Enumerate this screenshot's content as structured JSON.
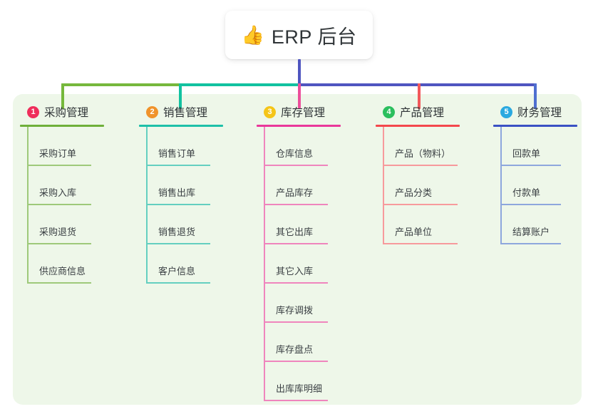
{
  "title": {
    "emoji": "👍",
    "emoji_name": "thumbs-up-icon",
    "text": "ERP 后台"
  },
  "palette": {
    "panel_bg": "#eef7e9",
    "page_bg": "#ffffff",
    "stem": "#4f55c0"
  },
  "connector": {
    "segments": [
      {
        "name": "green-segment",
        "color": "#76b83c"
      },
      {
        "name": "teal-segment",
        "color": "#12c2a0"
      },
      {
        "name": "blue-segment",
        "color": "#4f55c0"
      }
    ],
    "drops": [
      "#76b83c",
      "#12c2a0",
      "#ec4f9b",
      "#f2585b",
      "#4f6fd0"
    ]
  },
  "columns": [
    {
      "number": "1",
      "label": "采购管理",
      "badge_color": "#ef2e5b",
      "line_color": "#6fb03a",
      "item_line_color": "#9ec97a",
      "rule_width": 118,
      "item_rule_width": 90,
      "items": [
        {
          "label": "采购订单"
        },
        {
          "label": "采购入库"
        },
        {
          "label": "采购退货"
        },
        {
          "label": "供应商信息"
        }
      ]
    },
    {
      "number": "2",
      "label": "销售管理",
      "badge_color": "#f0932b",
      "line_color": "#1ec0a8",
      "item_line_color": "#64cfc0",
      "rule_width": 118,
      "item_rule_width": 90,
      "items": [
        {
          "label": "销售订单"
        },
        {
          "label": "销售出库"
        },
        {
          "label": "销售退货"
        },
        {
          "label": "客户信息"
        }
      ]
    },
    {
      "number": "3",
      "label": "库存管理",
      "badge_color": "#f5c518",
      "line_color": "#e9389a",
      "item_line_color": "#ef85bd",
      "rule_width": 118,
      "item_rule_width": 90,
      "items": [
        {
          "label": "仓库信息"
        },
        {
          "label": "产品库存"
        },
        {
          "label": "其它出库"
        },
        {
          "label": "其它入库"
        },
        {
          "label": "库存调拨"
        },
        {
          "label": "库存盘点"
        },
        {
          "label": "出库库明细"
        }
      ]
    },
    {
      "number": "4",
      "label": "产品管理",
      "badge_color": "#2bbf5e",
      "line_color": "#f4484d",
      "item_line_color": "#f79a9c",
      "rule_width": 118,
      "item_rule_width": 105,
      "items": [
        {
          "label": "产品（物料）"
        },
        {
          "label": "产品分类"
        },
        {
          "label": "产品单位"
        }
      ]
    },
    {
      "number": "5",
      "label": "财务管理",
      "badge_color": "#2aa9e0",
      "line_color": "#3a51c4",
      "item_line_color": "#8ea7dd",
      "rule_width": 118,
      "item_rule_width": 85,
      "items": [
        {
          "label": "回款单"
        },
        {
          "label": "付款单"
        },
        {
          "label": "结算账户"
        }
      ]
    }
  ]
}
